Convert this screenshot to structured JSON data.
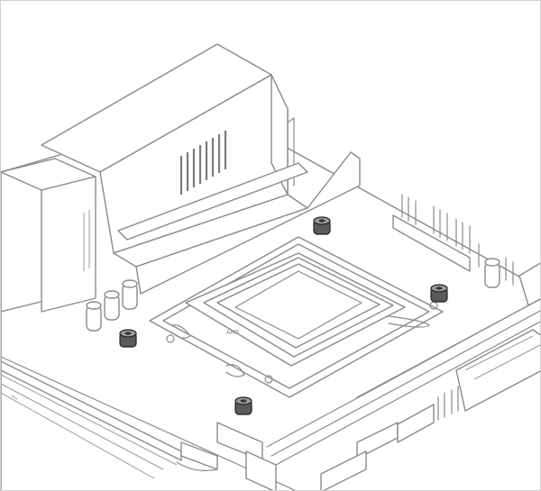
{
  "diagram": {
    "cpu_socket_label": "AM5",
    "highlight_color": "#3a3a3a",
    "line_color": "#8a8a8a",
    "standoffs": [
      {
        "name": "standoff-top"
      },
      {
        "name": "standoff-right"
      },
      {
        "name": "standoff-left"
      },
      {
        "name": "standoff-bottom"
      }
    ]
  }
}
